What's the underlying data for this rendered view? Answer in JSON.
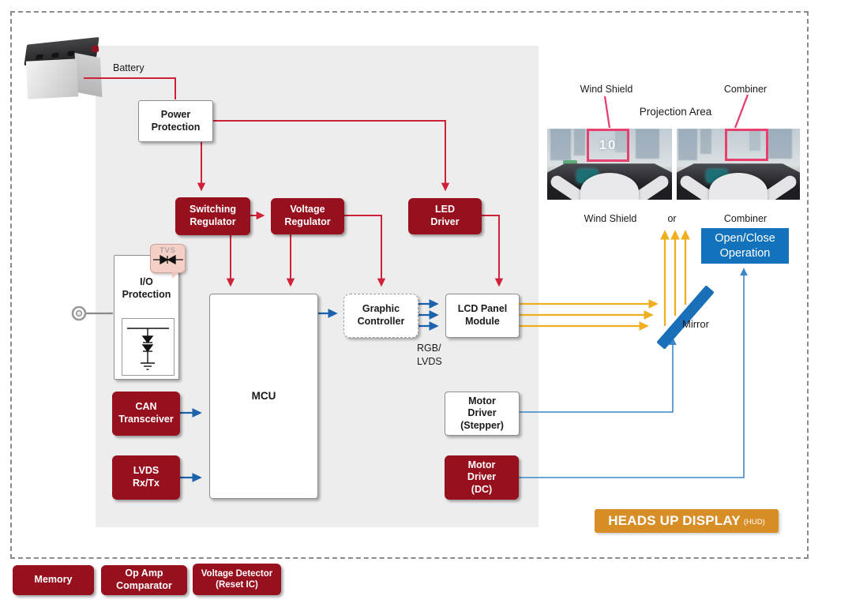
{
  "colors": {
    "block_red": "#96101E",
    "arrow_red": "#CF2238",
    "arrow_blue_dark": "#1D62AC",
    "line_blue_light": "#3F87C7",
    "arrow_yellow": "#F0AF21",
    "mirror_blue": "#1A70B8",
    "open_close_blue": "#1272BB",
    "banner_orange": "#D88E27",
    "panel_gray": "#EDEDEE",
    "highlight_pink": "#E8406E",
    "tvs_pink": "#F4D0C7"
  },
  "battery": {
    "label": "Battery"
  },
  "blocks": {
    "power_protection": "Power\nProtection",
    "switching_regulator": "Switching\nRegulator",
    "voltage_regulator": "Voltage\nRegulator",
    "led_driver": "LED\nDriver",
    "tvs": "TVS",
    "io_protection": "I/O\nProtection",
    "mcu": "MCU",
    "graphic_controller": "Graphic\nController",
    "lcd_panel_module": "LCD Panel\nModule",
    "rgb_lvds": "RGB/\nLVDS",
    "can_transceiver": "CAN\nTransceiver",
    "lvds_rx_tx": "LVDS\nRx/Tx",
    "motor_driver_stepper": "Motor\nDriver\n(Stepper)",
    "motor_driver_dc": "Motor\nDriver\n(DC)"
  },
  "hud": {
    "wind_shield_top": "Wind Shield",
    "combiner_top": "Combiner",
    "projection_area": "Projection Area",
    "wind_shield_bottom": "Wind Shield",
    "or_label": "or",
    "combiner_bottom": "Combiner",
    "open_close": "Open/Close\nOperation",
    "mirror": "Mirror",
    "banner_title": "HEADS UP DISPLAY",
    "banner_suffix": "(HUD)",
    "projection_reading": "10"
  },
  "legend": {
    "memory": "Memory",
    "op_amp_comparator": "Op Amp\nComparator",
    "voltage_detector": "Voltage Detector\n(Reset IC)"
  }
}
